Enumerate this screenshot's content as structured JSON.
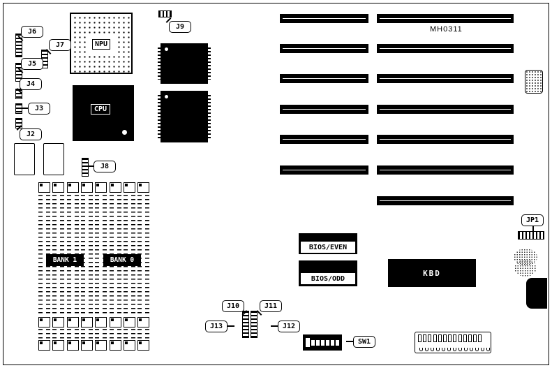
{
  "board": {
    "model": "MH0311"
  },
  "chips": {
    "npu": "NPU",
    "cpu": "CPU",
    "kbd": "KBD",
    "bios_even": "BIOS/EVEN",
    "bios_odd": "BIOS/ODD"
  },
  "memory": {
    "bank1": "BANK 1",
    "bank0": "BANK 0",
    "socket_columns": 8
  },
  "slots": {
    "left_count": 6,
    "right_count": 7
  },
  "callouts": {
    "j2": "J2",
    "j3": "J3",
    "j4": "J4",
    "j5": "J5",
    "j6": "J6",
    "j7": "J7",
    "j8": "J8",
    "j9": "J9",
    "j10": "J10",
    "j11": "J11",
    "j12": "J12",
    "j13": "J13",
    "jp1": "JP1",
    "sw1": "SW1"
  },
  "sw1": {
    "small_switches": 6
  },
  "edge_connector": {
    "pin_count": 13
  }
}
